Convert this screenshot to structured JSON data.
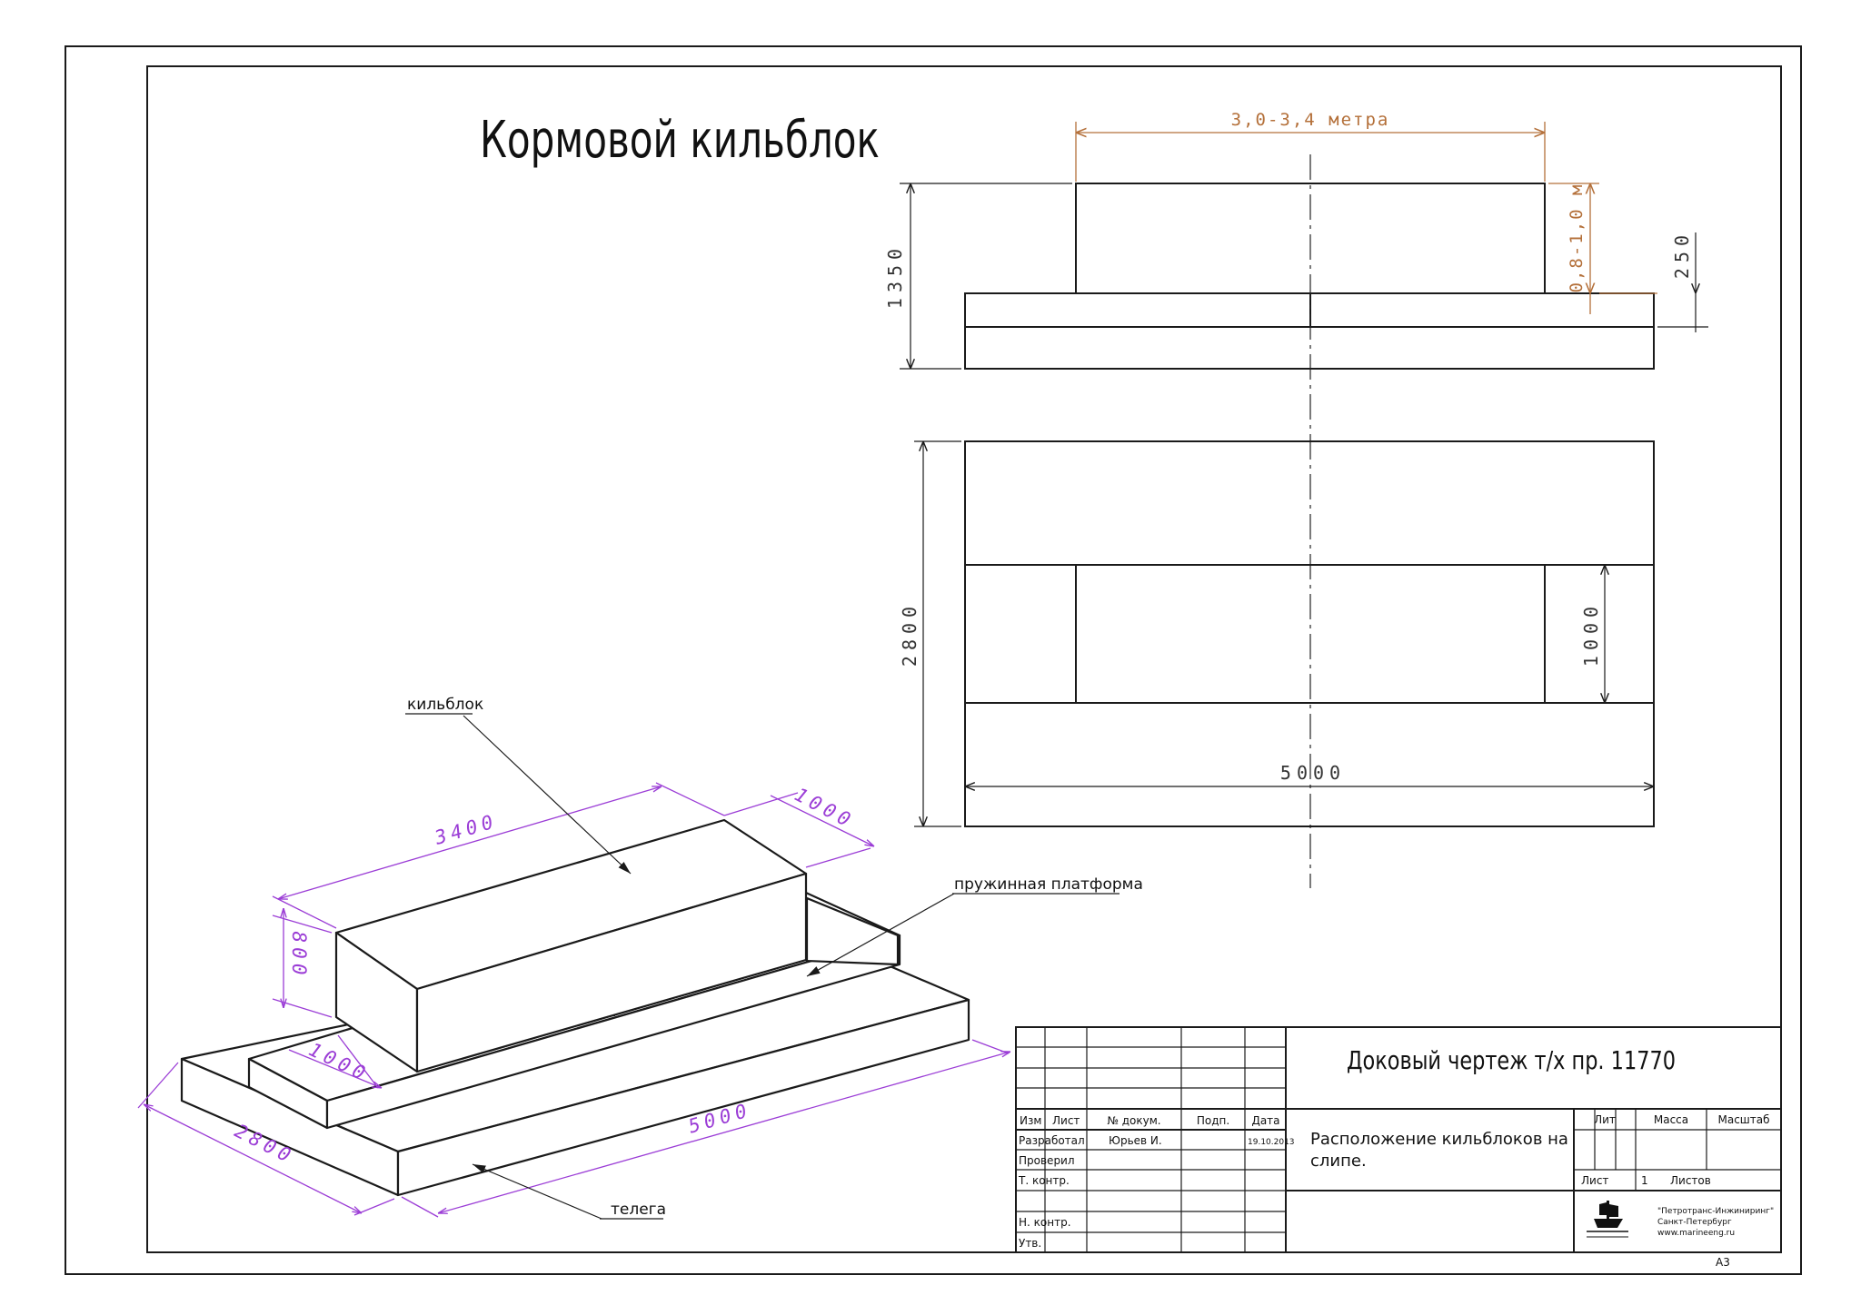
{
  "title": "Кормовой кильблок",
  "top_view": {
    "dim_width": "3,0-3,4 метра",
    "dim_height_total": "1350",
    "dim_block_height": "0,8-1,0 м",
    "dim_platform": "250"
  },
  "plan_view": {
    "dim_width": "2800",
    "dim_block": "1000",
    "dim_length": "5000"
  },
  "iso_view": {
    "dim_block_length": "3400",
    "dim_block_width": "1000",
    "dim_block_height": "800",
    "dim_platform_width": "1000",
    "dim_cart_width": "2800",
    "dim_cart_length": "5000",
    "label_keelblock": "кильблок",
    "label_spring_platform": "пружинная платформа",
    "label_cart": "телега"
  },
  "title_block": {
    "document_title": "Доковый чертеж т/х пр. 11770",
    "sheet_title_line1": "Расположение кильблоков на",
    "sheet_title_line2": "слипе.",
    "hdr_change": "Изм",
    "hdr_sheet": "Лист",
    "hdr_doc_no": "№ докум.",
    "hdr_sign": "Подп.",
    "hdr_date": "Дата",
    "row_developed": "Разработал",
    "developer_name": "Юрьев И.",
    "developed_date": "19.10.2013",
    "row_checked": "Проверил",
    "row_tech_control": "Т. контр.",
    "row_norm_control": "Н. контр.",
    "row_approved": "Утв.",
    "col_lit": "Лит",
    "col_mass": "Масса",
    "col_scale": "Масштаб",
    "sheet_label": "Лист",
    "sheet_number": "1",
    "sheets_label": "Листов",
    "company_line1": "\"Петротранс-Инжиниринг\"",
    "company_line2": "Санкт-Петербург",
    "company_line3": "www.marineeng.ru",
    "format": "A3"
  }
}
